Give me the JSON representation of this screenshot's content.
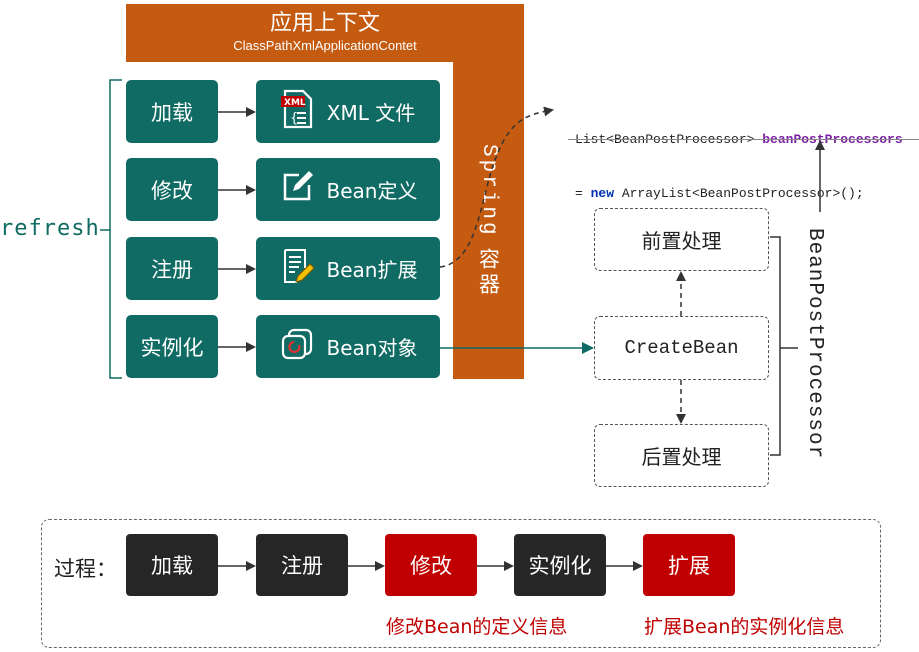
{
  "header": {
    "title": "应用上下文",
    "subtitle": "ClassPathXmlApplicationContet"
  },
  "refresh_label": "refresh",
  "left_steps": [
    {
      "label": "加载",
      "target": "XML 文件",
      "icon": "xml-file-icon"
    },
    {
      "label": "修改",
      "target": "Bean定义",
      "icon": "edit-icon"
    },
    {
      "label": "注册",
      "target": "Bean扩展",
      "icon": "document-pencil-icon"
    },
    {
      "label": "实例化",
      "target": "Bean对象",
      "icon": "copy-object-icon"
    }
  ],
  "container": {
    "spring": "Spring",
    "rongqi": "容器"
  },
  "code": {
    "line1_type": "List<BeanPostProcessor> ",
    "line1_var": "beanPostProcessors",
    "line2_eq": "= ",
    "line2_new": "new",
    "line2_rest": " ArrayList<BeanPostProcessor>();"
  },
  "processor": {
    "before": "前置处理",
    "create": "CreateBean",
    "after": "后置处理",
    "side_label": "BeanPostProcessor"
  },
  "process": {
    "label": "过程：",
    "steps": [
      {
        "label": "加载",
        "color": "#262626"
      },
      {
        "label": "注册",
        "color": "#262626"
      },
      {
        "label": "修改",
        "color": "#c00000"
      },
      {
        "label": "实例化",
        "color": "#262626"
      },
      {
        "label": "扩展",
        "color": "#c00000"
      }
    ],
    "note_modify": "修改Bean的定义信息",
    "note_extend": "扩展Bean的实例化信息"
  },
  "colors": {
    "teal": "#0f6b63",
    "orange": "#c55a11",
    "red": "#c00000",
    "dark": "#262626",
    "code_keyword": "#7b1fa2"
  }
}
